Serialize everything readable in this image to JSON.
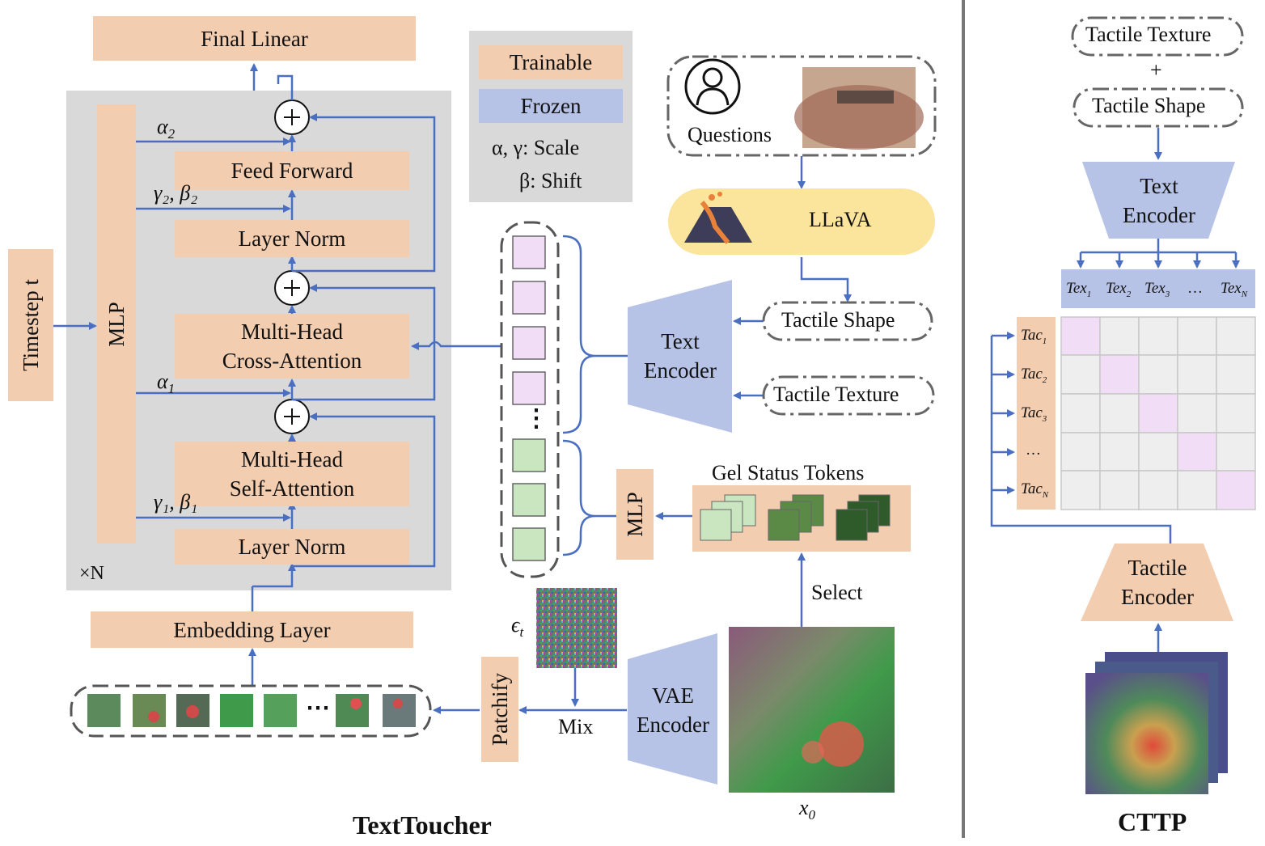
{
  "texttoucher": {
    "final_linear": "Final Linear",
    "feed_forward": "Feed Forward",
    "layer_norm_top": "Layer Norm",
    "cross_attention_1": "Multi-Head",
    "cross_attention_2": "Cross-Attention",
    "self_attention_1": "Multi-Head",
    "self_attention_2": "Self-Attention",
    "layer_norm_bottom": "Layer Norm",
    "mlp_block": "MLP",
    "timestep": "Timestep t",
    "repeat": "×N",
    "embedding_layer": "Embedding Layer",
    "patchify": "Patchify",
    "mix": "Mix",
    "noise": "ϵ",
    "noise_sub": "t",
    "vae_1": "VAE",
    "vae_2": "Encoder",
    "x0": "x",
    "x0_sub": "0",
    "select": "Select",
    "gel_status_tokens": "Gel Status Tokens",
    "mlp_tokens": "MLP",
    "text_encoder_1": "Text",
    "text_encoder_2": "Encoder",
    "tactile_shape": "Tactile Shape",
    "tactile_texture": "Tactile Texture",
    "llava": "LLaVA",
    "questions": "Questions",
    "title": "TextToucher",
    "alpha2": "α",
    "alpha2_sub": "2",
    "gamma2_beta2": "γ₂, β₂",
    "alpha1": "α",
    "alpha1_sub": "1",
    "gamma1_beta1": "γ₁, β₁",
    "ellipsis": "⋯",
    "vdots": "⋮"
  },
  "legend": {
    "trainable": "Trainable",
    "frozen": "Frozen",
    "scale": "α, γ:  Scale",
    "shift": "β:  Shift"
  },
  "cttp": {
    "tactile_texture": "Tactile Texture",
    "plus": "+",
    "tactile_shape": "Tactile Shape",
    "text_encoder_1": "Text",
    "text_encoder_2": "Encoder",
    "tex_labels": [
      "Tex",
      "Tex",
      "Tex",
      "…",
      "Tex"
    ],
    "tex_subs": [
      "1",
      "2",
      "3",
      "",
      "N"
    ],
    "tac_labels": [
      "Tac",
      "Tac",
      "Tac",
      "…",
      "Tac"
    ],
    "tac_subs": [
      "1",
      "2",
      "3",
      "",
      "N"
    ],
    "tactile_encoder_1": "Tactile",
    "tactile_encoder_2": "Encoder",
    "title": "CTTP"
  },
  "colors": {
    "trainable": "#f3cdb0",
    "frozen": "#b7c3e6",
    "arrow": "#4a6fc1",
    "llava": "#fbe49b",
    "diag_cell": "#f1def6",
    "panel": "#d9d9d9"
  }
}
